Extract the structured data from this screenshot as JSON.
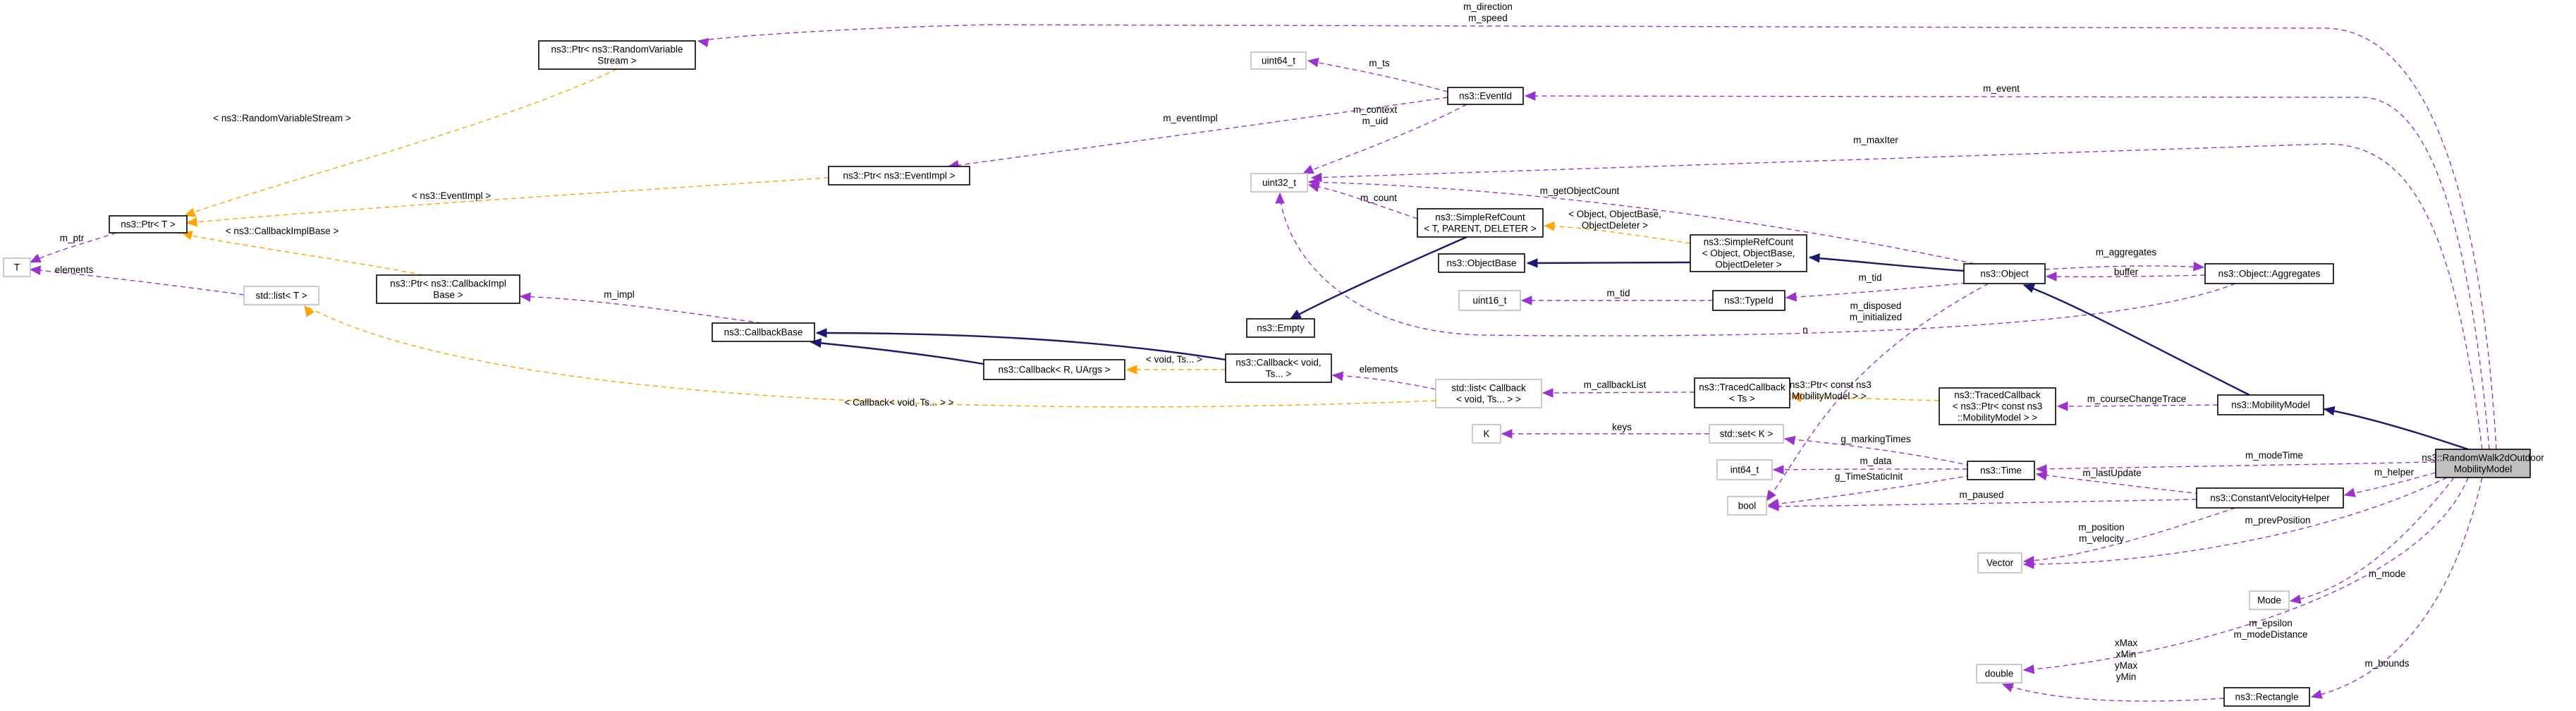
{
  "nodes": {
    "main": [
      "ns3::RandomWalk2dOutdoor",
      "MobilityModel"
    ],
    "ptr_rvs": [
      "ns3::Ptr< ns3::RandomVariable",
      "Stream >"
    ],
    "uint64": [
      "uint64_t"
    ],
    "eventid": [
      "ns3::EventId"
    ],
    "ptr_eventimpl": [
      "ns3::Ptr< ns3::EventImpl >"
    ],
    "uint32": [
      "uint32_t"
    ],
    "ptr_t": [
      "ns3::Ptr< T >"
    ],
    "t": [
      "T"
    ],
    "simplerefcount1": [
      "ns3::SimpleRefCount",
      "< T, PARENT, DELETER >"
    ],
    "objectbase": [
      "ns3::ObjectBase"
    ],
    "simplerefcount2": [
      "ns3::SimpleRefCount",
      "< Object, ObjectBase,",
      "ObjectDeleter >"
    ],
    "object": [
      "ns3::Object"
    ],
    "aggregates": [
      "ns3::Object::Aggregates"
    ],
    "stdlist_t": [
      "std::list< T >"
    ],
    "ptr_cbimpl": [
      "ns3::Ptr< ns3::CallbackImpl",
      "Base >"
    ],
    "uint16": [
      "uint16_t"
    ],
    "typeid": [
      "ns3::TypeId"
    ],
    "empty": [
      "ns3::Empty"
    ],
    "callbackbase": [
      "ns3::CallbackBase"
    ],
    "callback_void": [
      "ns3::Callback< void,",
      "Ts... >"
    ],
    "callback_r": [
      "ns3::Callback< R, UArgs >"
    ],
    "stdlist_cb": [
      "std::list< Callback",
      "< void, Ts... > >"
    ],
    "tracedcb_ts": [
      "ns3::TracedCallback",
      "< Ts >"
    ],
    "tracedcb_mm": [
      "ns3::TracedCallback",
      "< ns3::Ptr< const ns3",
      "::MobilityModel > >"
    ],
    "mobilitymodel": [
      "ns3::MobilityModel"
    ],
    "k": [
      "K"
    ],
    "stdset": [
      "std::set< K >"
    ],
    "int64": [
      "int64_t"
    ],
    "time": [
      "ns3::Time"
    ],
    "bool": [
      "bool"
    ],
    "cvhelper": [
      "ns3::ConstantVelocityHelper"
    ],
    "vector": [
      "Vector"
    ],
    "mode": [
      "Mode"
    ],
    "double": [
      "double"
    ],
    "rectangle": [
      "ns3::Rectangle"
    ]
  },
  "edges": {
    "m_direction_speed": [
      "m_direction",
      "m_speed"
    ],
    "m_event": [
      "m_event"
    ],
    "m_maxIter": [
      "m_maxIter"
    ],
    "m_ts": [
      "m_ts"
    ],
    "m_eventImpl": [
      "m_eventImpl"
    ],
    "m_context_uid": [
      "m_context",
      "m_uid"
    ],
    "rvs_stream": [
      "< ns3::RandomVariableStream >"
    ],
    "ptr_eventimpl": [
      "< ns3::EventImpl >"
    ],
    "ptr_cbimplbase": [
      "< ns3::CallbackImplBase >"
    ],
    "m_ptr": [
      "m_ptr"
    ],
    "elements_t": [
      "elements"
    ],
    "m_count": [
      "m_count"
    ],
    "m_getObjectCount": [
      "m_getObjectCount"
    ],
    "object_objectbase": [
      "< Object, ObjectBase,",
      "ObjectDeleter >"
    ],
    "m_aggregates": [
      "m_aggregates"
    ],
    "buffer": [
      "buffer"
    ],
    "m_tid_object": [
      "m_tid"
    ],
    "m_tid_typeid": [
      "m_tid"
    ],
    "m_disposed": [
      "m_disposed",
      "m_initialized"
    ],
    "n": [
      "n"
    ],
    "m_impl": [
      "m_impl"
    ],
    "void_ts": [
      "< void, Ts... >"
    ],
    "elements_cb": [
      "elements"
    ],
    "m_callbackList": [
      "m_callbackList"
    ],
    "callback_void_ts": [
      "< Callback< void, Ts... > >"
    ],
    "ptr_const_mm": [
      "< ns3::Ptr< const ns3",
      "::MobilityModel > >"
    ],
    "m_courseChangeTrace": [
      "m_courseChangeTrace"
    ],
    "keys": [
      "keys"
    ],
    "g_markingTimes": [
      "g_markingTimes"
    ],
    "m_modeTime": [
      "m_modeTime"
    ],
    "m_data": [
      "m_data"
    ],
    "g_TimeStaticInit": [
      "g_TimeStaticInit"
    ],
    "m_lastUpdate": [
      "m_lastUpdate"
    ],
    "m_helper": [
      "m_helper"
    ],
    "m_paused": [
      "m_paused"
    ],
    "m_position_velocity": [
      "m_position",
      "m_velocity"
    ],
    "m_prevPosition": [
      "m_prevPosition"
    ],
    "m_mode": [
      "m_mode"
    ],
    "m_epsilon": [
      "m_epsilon",
      "m_modeDistance"
    ],
    "m_bounds": [
      "m_bounds"
    ],
    "xmax_ymin": [
      "xMax",
      "xMin",
      "yMax",
      "yMin"
    ]
  }
}
